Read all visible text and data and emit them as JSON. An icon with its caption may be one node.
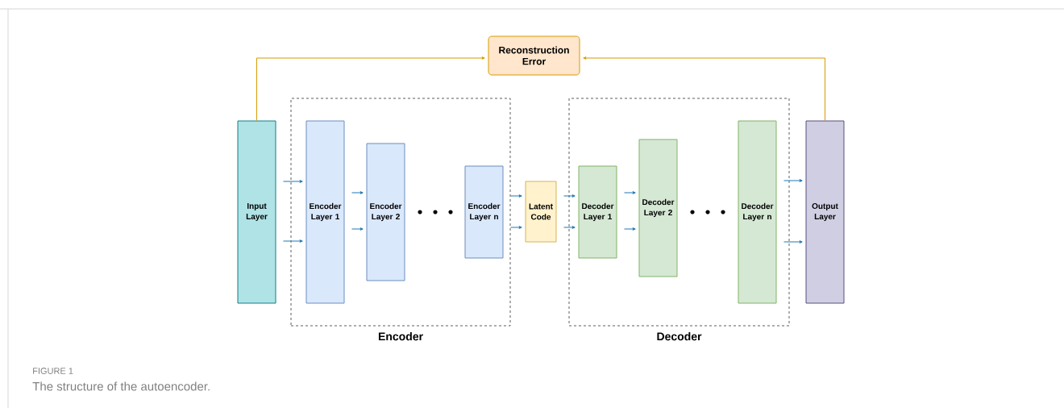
{
  "diagram": {
    "caption": "The structure of the autoencoder.",
    "nodes": [
      {
        "text": [
          "Reconstruction Error"
        ]
      },
      {
        "text": [
          "Input Layer"
        ]
      },
      {
        "text": [
          "Encoder"
        ]
      },
      {
        "text": [
          "Encoder Layer 1"
        ],
        "in": 2
      },
      {
        "text": [
          "Encoder Layer 2"
        ],
        "in": 2
      },
      {
        "text": [
          "Encoder Layer n"
        ],
        "in": 2
      },
      {
        "text": [
          "Latent Code"
        ]
      },
      {
        "text": [
          "Decoder"
        ]
      },
      {
        "text": [
          "Decoder Layer 1"
        ],
        "in": 7
      },
      {
        "text": [
          "Decoder Layer 2"
        ],
        "in": 7
      },
      {
        "text": [
          "Decoder Layer n"
        ],
        "in": 7
      },
      {
        "text": [
          "Output Layer"
        ]
      }
    ],
    "edges": [
      {
        "from": 1,
        "to": 0,
        "arrow": "to",
        "color": "#d79b00"
      },
      {
        "from": 11,
        "to": 0,
        "arrow": "to",
        "color": "#d79b00"
      },
      {
        "from": 1,
        "to": 3,
        "arrow": "to"
      },
      {
        "from": 1,
        "to": 3,
        "arrow": "to"
      },
      {
        "from": 3,
        "to": 4,
        "arrow": "to"
      },
      {
        "from": 3,
        "to": 4,
        "arrow": "to"
      },
      {
        "from": 5,
        "to": 6,
        "arrow": "to"
      },
      {
        "from": 5,
        "to": 6,
        "arrow": "to"
      },
      {
        "from": 6,
        "to": 8,
        "arrow": "to"
      },
      {
        "from": 6,
        "to": 8,
        "arrow": "to"
      },
      {
        "from": 8,
        "to": 9,
        "arrow": "to"
      },
      {
        "from": 8,
        "to": 9,
        "arrow": "to"
      },
      {
        "from": 10,
        "to": 11,
        "arrow": "to"
      },
      {
        "from": 10,
        "to": 11,
        "arrow": "to"
      }
    ],
    "labels": [
      "FIGURE 1"
    ]
  }
}
